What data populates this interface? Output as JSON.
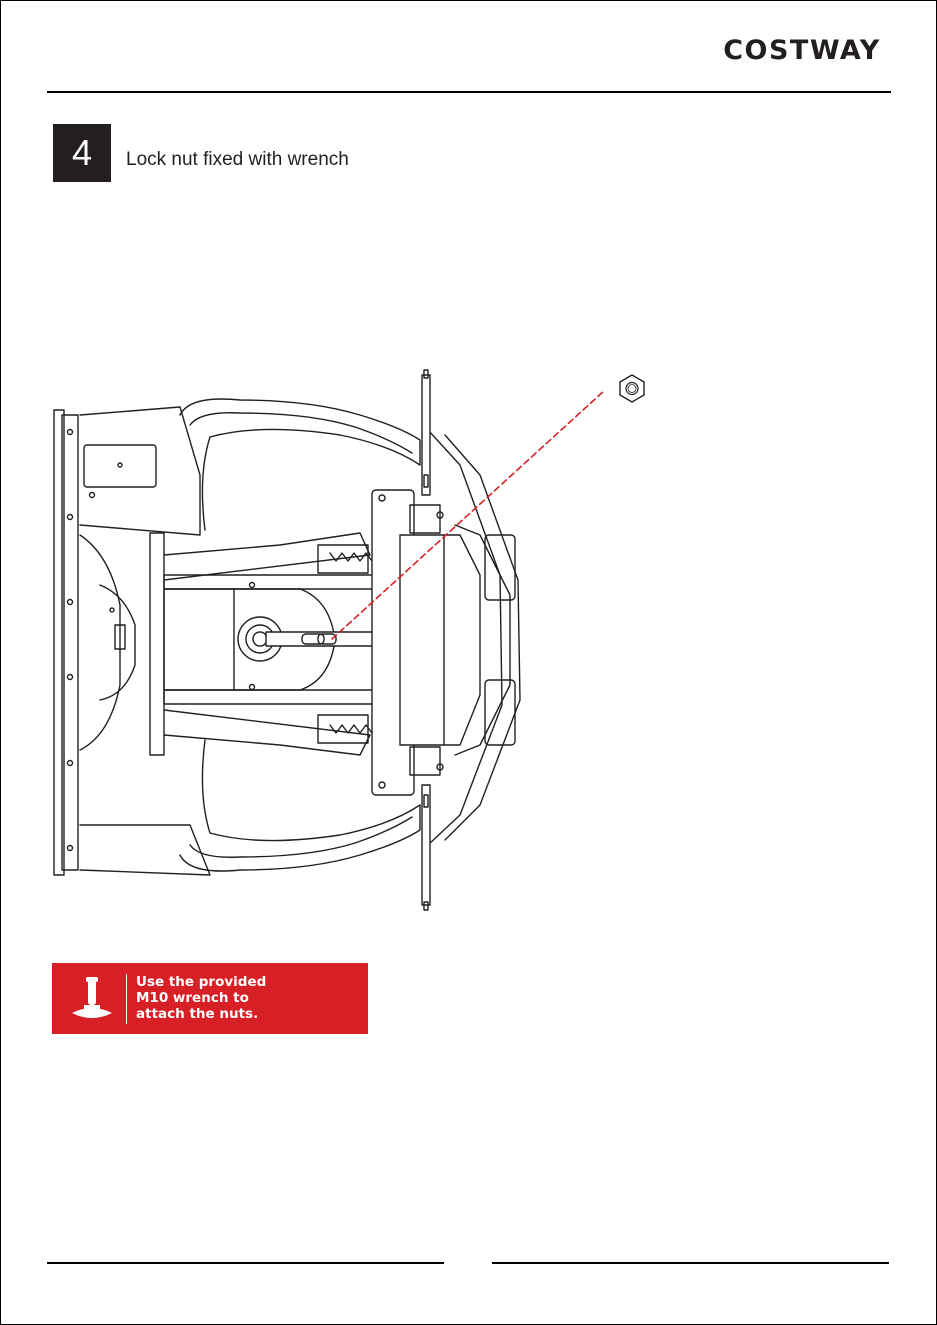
{
  "header": {
    "brand": "COSTWAY"
  },
  "step": {
    "number": "4",
    "title": "Lock nut fixed with wrench"
  },
  "illustration": {
    "subject": "ride-on-car-chassis-rear-axle",
    "part": "lock-nut-icon"
  },
  "note": {
    "line1": "Use the provided",
    "line2": "M10 wrench to",
    "line3": "attach the nuts.",
    "icon": "wrench-icon",
    "background": "#d71f26"
  },
  "colors": {
    "ink": "#231f20",
    "dash": "#d71f26"
  }
}
